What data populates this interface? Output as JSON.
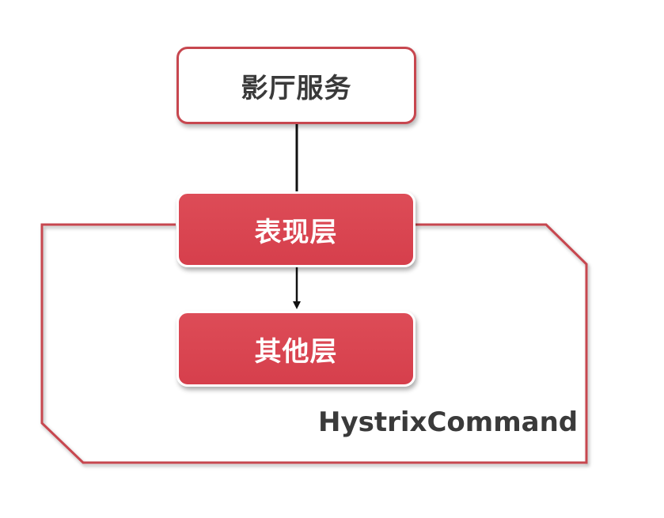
{
  "nodes": {
    "cinema_service": "影厅服务",
    "presentation_layer": "表现层",
    "other_layer": "其他层"
  },
  "boundary": {
    "label": "HystrixCommand"
  },
  "colors": {
    "accent_red": "#d63f4c",
    "border_red": "#c7474f",
    "text_dark": "#3a3a3a",
    "connector": "#111111"
  }
}
